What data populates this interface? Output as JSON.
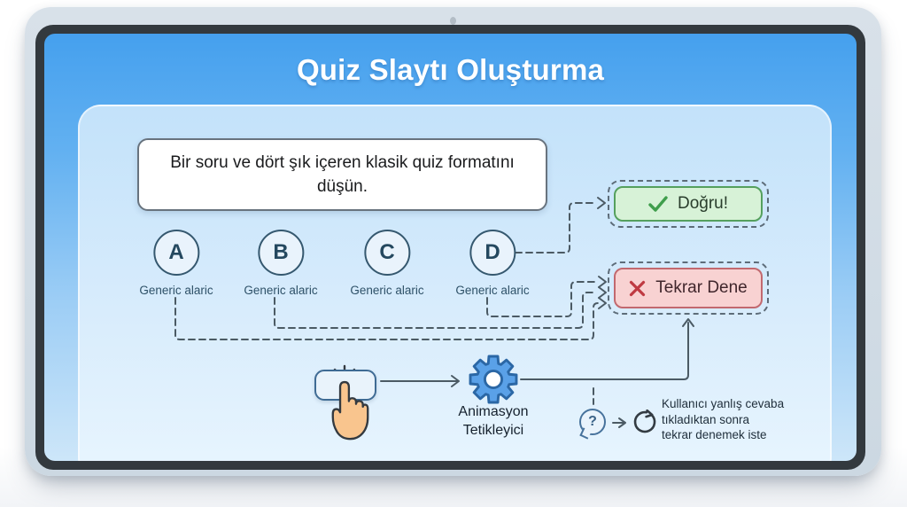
{
  "header": {
    "title": "Quiz Slaytı Oluşturma"
  },
  "question_card": {
    "text": "Bir soru ve dört şık içeren klasik quiz formatını düşün."
  },
  "options": [
    {
      "letter": "A",
      "label": "Generic alaric"
    },
    {
      "letter": "B",
      "label": "Generic alaric"
    },
    {
      "letter": "C",
      "label": "Generic alaric"
    },
    {
      "letter": "D",
      "label": "Generic alaric"
    }
  ],
  "feedback": {
    "correct": {
      "label": "Doğru!",
      "icon": "check-icon",
      "border_color": "#55a05e",
      "bg_color": "#d7f2d7"
    },
    "retry": {
      "label": "Tekrar Dene",
      "icon": "x-icon",
      "border_color": "#c2696f",
      "bg_color": "#f8d2d2"
    }
  },
  "trigger": {
    "button_icon": "click-button-icon",
    "pointer_icon": "pointer-hand-icon",
    "gear_icon": "gear-icon",
    "label": [
      "Animasyon",
      "Tetikleyici"
    ]
  },
  "note": {
    "question_icon": "question-bubble-icon",
    "question_glyph": "?",
    "arrow_icon": "arrow-right-icon",
    "refresh_icon": "refresh-icon",
    "lines": [
      "Kullanıcı yanlış cevaba",
      "tıkladıktan sonra",
      "tekrar denemek iste"
    ]
  },
  "colors": {
    "header_blue": "#46a1ef",
    "panel_blue": "#cfe7fb",
    "bezel_gray": "#ccd8e2",
    "connector_slate": "#4b5a64",
    "accent_green": "#55a05e",
    "accent_red": "#c2696f",
    "gear_blue": "#5aa1e8",
    "hand_orange": "#f9c58e"
  }
}
